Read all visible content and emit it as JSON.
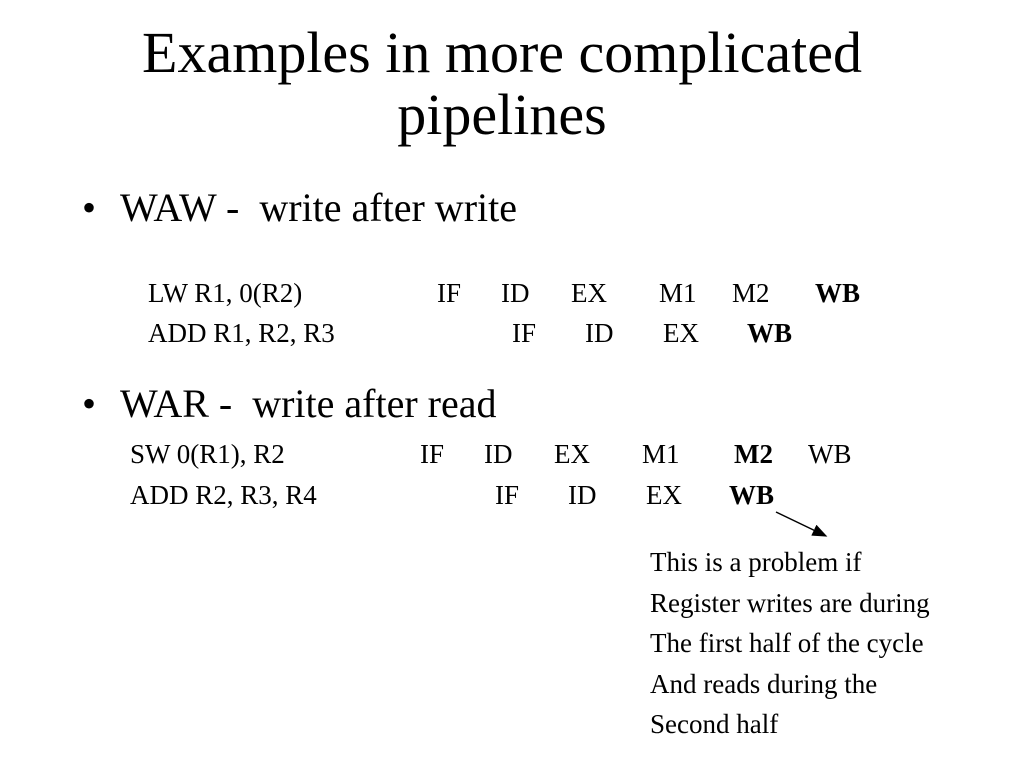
{
  "slide": {
    "title_line1": "Examples in more complicated",
    "title_line2": "pipelines",
    "bullets": [
      {
        "symbol": "•",
        "text": "WAW -  write after write"
      },
      {
        "symbol": "•",
        "text": "WAR -  write after read"
      }
    ],
    "waw": {
      "row1": {
        "instr": "LW R1, 0(R2)",
        "s1": "IF",
        "s2": "ID",
        "s3": "EX",
        "s4": "M1",
        "s5": "M2",
        "s6": "WB"
      },
      "row2": {
        "instr": "ADD R1, R2, R3",
        "s1": "IF",
        "s2": "ID",
        "s3": "EX",
        "s4": "WB"
      }
    },
    "war": {
      "row1": {
        "instr": "SW 0(R1), R2",
        "s1": "IF",
        "s2": "ID",
        "s3": "EX",
        "s4": "M1",
        "s5": "M2",
        "s6": "WB"
      },
      "row2": {
        "instr": "ADD R2, R3, R4",
        "s1": "IF",
        "s2": "ID",
        "s3": "EX",
        "s4": "WB"
      }
    },
    "note_lines": [
      "This is a problem if",
      "Register writes are during",
      "The first half of the cycle",
      "And reads during the",
      "Second half"
    ]
  }
}
